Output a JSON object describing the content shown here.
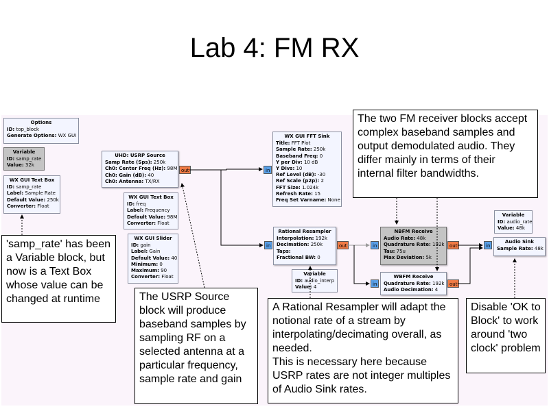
{
  "title": "Lab 4: FM RX",
  "blocks": {
    "options": {
      "title": "Options",
      "params": [
        {
          "k": "ID:",
          "v": "top_block"
        },
        {
          "k": "Generate Options:",
          "v": "WX GUI"
        }
      ]
    },
    "variable_samp": {
      "title": "Variable",
      "params": [
        {
          "k": "ID:",
          "v": "samp_rate"
        },
        {
          "k": "Value:",
          "v": "32k"
        }
      ]
    },
    "textbox_samp": {
      "title": "WX GUI Text Box",
      "params": [
        {
          "k": "ID:",
          "v": "samp_rate"
        },
        {
          "k": "Label:",
          "v": "Sample Rate"
        },
        {
          "k": "Default Value:",
          "v": "250k"
        },
        {
          "k": "Converter:",
          "v": "Float"
        }
      ]
    },
    "usrp": {
      "title": "UHD: USRP Source",
      "params": [
        {
          "k": "Samp Rate (Sps):",
          "v": "250k"
        },
        {
          "k": "Ch0: Center Freq (Hz):",
          "v": "98M"
        },
        {
          "k": "Ch0: Gain (dB):",
          "v": "40"
        },
        {
          "k": "Ch0: Antenna:",
          "v": "TX/RX"
        }
      ]
    },
    "textbox_freq": {
      "title": "WX GUI Text Box",
      "params": [
        {
          "k": "ID:",
          "v": "freq"
        },
        {
          "k": "Label:",
          "v": "Frequency"
        },
        {
          "k": "Default Value:",
          "v": "98M"
        },
        {
          "k": "Converter:",
          "v": "Float"
        }
      ]
    },
    "slider_gain": {
      "title": "WX GUI Slider",
      "params": [
        {
          "k": "ID:",
          "v": "gain"
        },
        {
          "k": "Label:",
          "v": "Gain"
        },
        {
          "k": "Default Value:",
          "v": "40"
        },
        {
          "k": "Minimum:",
          "v": "0"
        },
        {
          "k": "Maximum:",
          "v": "90"
        },
        {
          "k": "Converter:",
          "v": "Float"
        }
      ]
    },
    "fft": {
      "title": "WX GUI FFT Sink",
      "params": [
        {
          "k": "Title:",
          "v": "FFT Plot"
        },
        {
          "k": "Sample Rate:",
          "v": "250k"
        },
        {
          "k": "Baseband Freq:",
          "v": "0"
        },
        {
          "k": "Y per Div:",
          "v": "10 dB"
        },
        {
          "k": "Y Divs:",
          "v": "10"
        },
        {
          "k": "Ref Level (dB):",
          "v": "-30"
        },
        {
          "k": "Ref Scale (p2p):",
          "v": "2"
        },
        {
          "k": "FFT Size:",
          "v": "1.024k"
        },
        {
          "k": "Refresh Rate:",
          "v": "15"
        },
        {
          "k": "Freq Set Varname:",
          "v": "None"
        }
      ]
    },
    "resampler": {
      "title": "Rational Resampler",
      "params": [
        {
          "k": "Interpolation:",
          "v": "192k"
        },
        {
          "k": "Decimation:",
          "v": "250k"
        },
        {
          "k": "Taps:",
          "v": ""
        },
        {
          "k": "Fractional BW:",
          "v": "0"
        }
      ]
    },
    "variable_interp": {
      "title": "Variable",
      "params": [
        {
          "k": "ID:",
          "v": "audio_interp"
        },
        {
          "k": "Value:",
          "v": "4"
        }
      ]
    },
    "nbfm": {
      "title": "NBFM Receive",
      "params": [
        {
          "k": "Audio Rate:",
          "v": "48k"
        },
        {
          "k": "Quadrature Rate:",
          "v": "192k"
        },
        {
          "k": "Tau:",
          "v": "75u"
        },
        {
          "k": "Max Deviation:",
          "v": "5k"
        }
      ]
    },
    "wbfm": {
      "title": "WBFM Receive",
      "params": [
        {
          "k": "Quadrature Rate:",
          "v": "192k"
        },
        {
          "k": "Audio Decimation:",
          "v": "4"
        }
      ]
    },
    "variable_audio": {
      "title": "Variable",
      "params": [
        {
          "k": "ID:",
          "v": "audio_rate"
        },
        {
          "k": "Value:",
          "v": "48k"
        }
      ]
    },
    "audio_sink": {
      "title": "Audio Sink",
      "params": [
        {
          "k": "Sample Rate:",
          "v": "48k"
        }
      ]
    }
  },
  "ports": {
    "in": "in",
    "out": "out"
  },
  "notes": {
    "fm_receivers": "The two FM receiver blocks accept complex baseband samples and output demodulated audio. They differ mainly in terms of their internal filter bandwidths.",
    "samp_rate": "'samp_rate' has been a Variable block, but now is a Text Box whose value can be changed at runtime",
    "usrp": "The USRP Source block will produce baseband samples by sampling RF on a selected antenna at a particular frequency, sample rate and gain",
    "resampler": "A Rational Resampler will adapt the notional rate of a stream by interpolating/decimating overall, as needed.\nThis is necessary here because USRP rates are not integer multiples of Audio Sink rates.",
    "ok_to_block": "Disable 'OK to Block' to work around 'two clock' problem"
  },
  "colors": {
    "canvas": "#fbf4fb",
    "block": "#f3f5ff",
    "disabled_block": "#c4c4c4",
    "in_port": "#5aa0e8",
    "out_port": "#f07b45"
  }
}
